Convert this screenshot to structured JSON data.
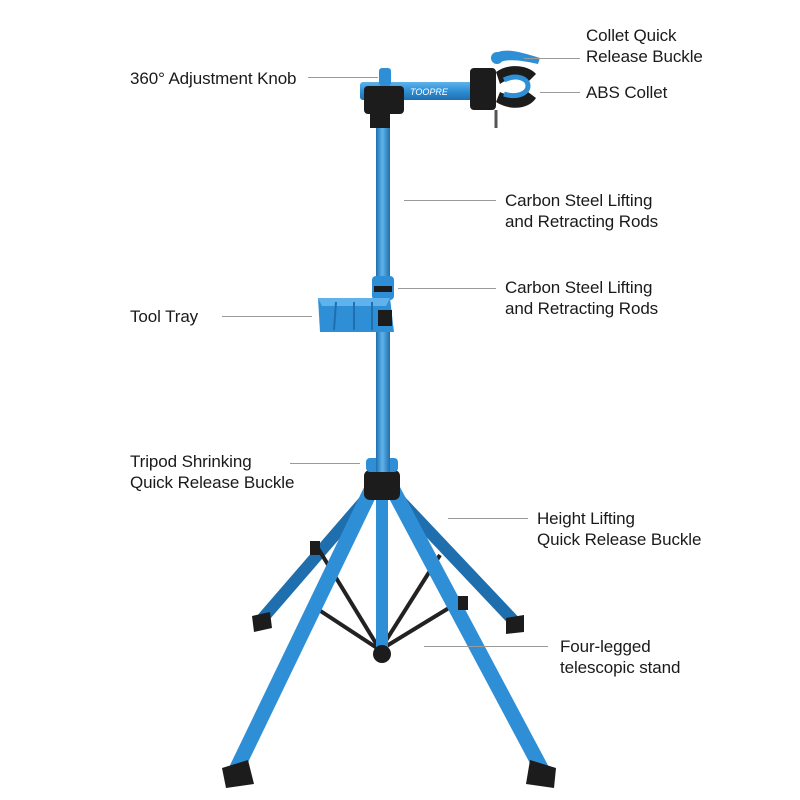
{
  "labels": {
    "collet_buckle": "Collet Quick\nRelease Buckle",
    "abs_collet": "ABS Collet",
    "adjustment_knob": "360° Adjustment Knob",
    "lifting_rods_upper": "Carbon Steel Lifting\nand Retracting Rods",
    "lifting_rods_lower": "Carbon Steel Lifting\nand Retracting Rods",
    "tool_tray": "Tool Tray",
    "tripod_buckle": "Tripod Shrinking\nQuick Release Buckle",
    "height_buckle": "Height Lifting\nQuick Release Buckle",
    "four_legged": "Four-legged\ntelescopic stand"
  },
  "brand_mark": "TOOPRE",
  "colors": {
    "frame_blue": "#2f8fd6",
    "frame_blue_dark": "#1f6fae",
    "frame_blue_light": "#5fb3ea",
    "black_parts": "#1c1c1c",
    "leader_line": "#9a9a9a",
    "text": "#1a1a1a"
  }
}
